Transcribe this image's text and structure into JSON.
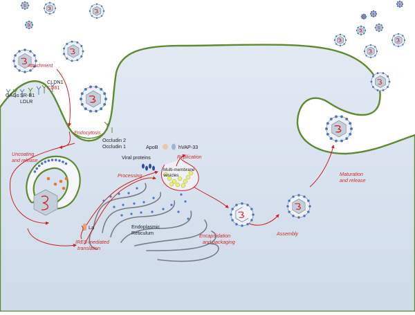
{
  "figure": {
    "receptors": {
      "gags": "GAGs",
      "srb1": "SR-B1",
      "ldlr": "LDLR",
      "cldn1": "CLDN1",
      "cd81": "CD81",
      "occludin2": "Occludin 2",
      "occludin1": "Occludin 1"
    },
    "steps": {
      "attachment": "Attachment",
      "endocytosis": "Endocytosis",
      "uncoating": [
        "Uncoating",
        "and release"
      ],
      "processing": "Processing",
      "replication": "Replication",
      "ires": [
        "IRES-mediated",
        "translation"
      ],
      "encapsidation": [
        "Encapsidation",
        "and packaging"
      ],
      "assembly": "Assembly",
      "maturation": [
        "Maturation",
        "and release"
      ]
    },
    "structures": {
      "apob": "ApoB",
      "hvap33": "hVAP-33",
      "viral_proteins": "Viral proteins",
      "vesicles": [
        "Multi-membrane",
        "vesicles"
      ],
      "er": [
        "Endoplasmic",
        "Reticulum"
      ],
      "la": "La"
    },
    "colors": {
      "cytoplasm": "#d9e3f0",
      "membrane": "#5d8a2e",
      "arrow": "#cc2222",
      "capsid": "#c5cfdc",
      "spike": "#4a78c0",
      "rna": "#cc2222",
      "vesicle": "#ecee7a"
    }
  }
}
